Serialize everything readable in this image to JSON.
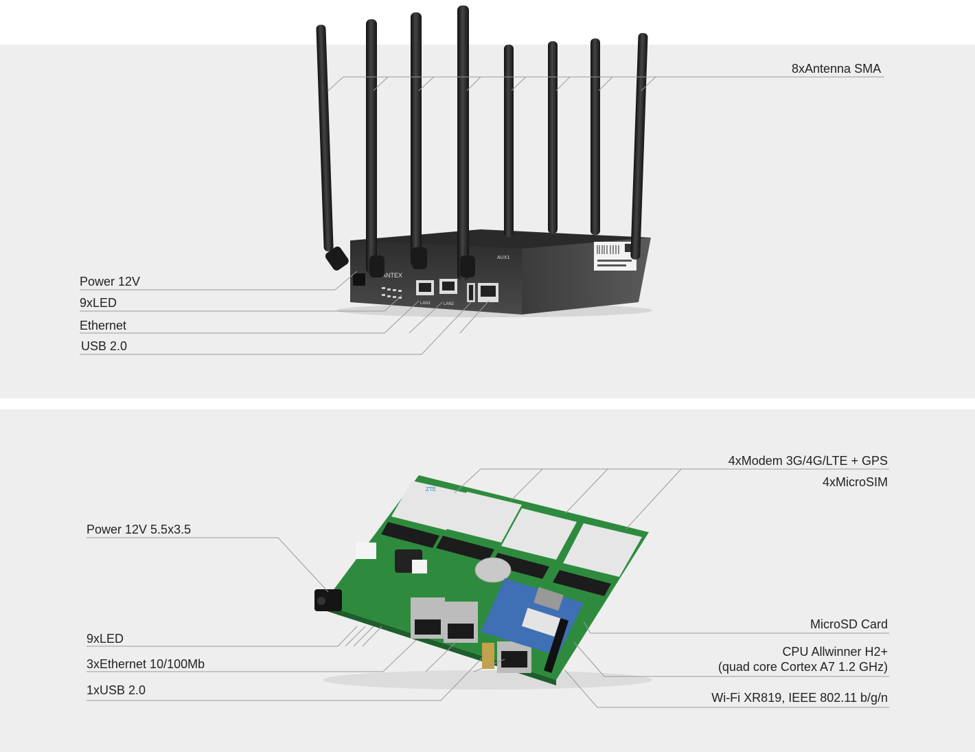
{
  "top_panel": {
    "labels": {
      "antenna": "8xAntenna SMA",
      "power": "Power 12V",
      "led": "9xLED",
      "ethernet": "Ethernet",
      "usb": "USB 2.0"
    },
    "device_marks": {
      "brand": "ANTEX",
      "aux_label": "AUX1",
      "lan1": "LAN1",
      "lan2": "LAN2"
    }
  },
  "bottom_panel": {
    "labels": {
      "modem": "4xModem 3G/4G/LTE + GPS",
      "microsim": "4xMicroSIM",
      "power": "Power 12V 5.5x3.5",
      "led": "9xLED",
      "ethernet": "3xEthernet 10/100Mb",
      "usb": "1xUSB 2.0",
      "microsd": "MicroSD Card",
      "cpu_line1": "CPU Allwinner H2+",
      "cpu_line2": "(quad core Cortex A7 1.2 GHz)",
      "wifi": "Wi-Fi XR819, IEEE 802.11 b/g/n"
    },
    "module_brand": "ZTE"
  },
  "colors": {
    "panel_bg": "#eeeeee",
    "leader_line": "#9a9a9a",
    "device_body": "#3a3a3a",
    "pcb_green": "#2e8b3e",
    "module_blue": "#3f6fb5"
  }
}
